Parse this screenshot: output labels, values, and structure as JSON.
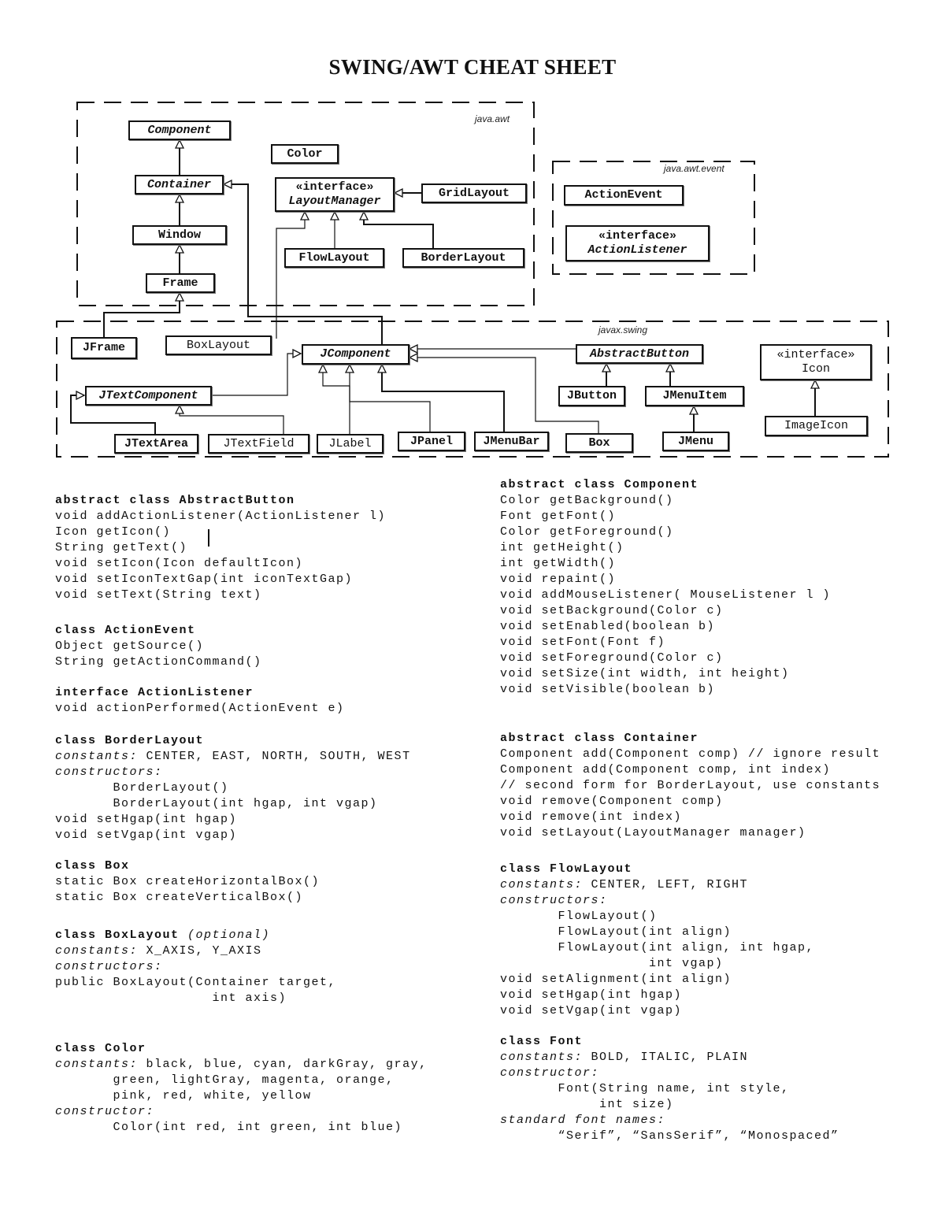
{
  "title": "SWING/AWT CHEAT SHEET",
  "diagram": {
    "packages": {
      "awt": "java.awt",
      "event": "java.awt.event",
      "swing": "javax.swing"
    },
    "classes": {
      "component": "Component",
      "color": "Color",
      "container": "Container",
      "layout_manager": {
        "stereotype": "«interface»",
        "name": "LayoutManager"
      },
      "grid_layout": "GridLayout",
      "window": "Window",
      "flow_layout": "FlowLayout",
      "border_layout": "BorderLayout",
      "frame": "Frame",
      "action_event": "ActionEvent",
      "action_listener": {
        "stereotype": "«interface»",
        "name": "ActionListener"
      },
      "jframe": "JFrame",
      "box_layout": "BoxLayout",
      "jcomponent": "JComponent",
      "abstract_button": "AbstractButton",
      "icon": {
        "stereotype": "«interface»",
        "name": "Icon"
      },
      "jtext_component": "JTextComponent",
      "jbutton": "JButton",
      "jmenu_item": "JMenuItem",
      "image_icon": "ImageIcon",
      "jtext_area": "JTextArea",
      "jtext_field": "JTextField",
      "jlabel": "JLabel",
      "jpanel": "JPanel",
      "jmenu_bar": "JMenuBar",
      "box": "Box",
      "jmenu": "JMenu"
    }
  },
  "left_column": [
    {
      "header": "abstract class AbstractButton",
      "lines": [
        {
          "t": "void addActionListener(ActionListener l)"
        },
        {
          "t": "Icon getIcon()"
        },
        {
          "t": "String getText()"
        },
        {
          "t": "void setIcon(Icon defaultIcon)"
        },
        {
          "t": "void setIconTextGap(int iconTextGap)"
        },
        {
          "t": "void setText(String text)"
        }
      ]
    },
    {
      "header": "class ActionEvent",
      "lines": [
        {
          "t": "Object getSource()"
        },
        {
          "t": "String getActionCommand()"
        }
      ]
    },
    {
      "header": "interface ActionListener",
      "lines": [
        {
          "t": "void actionPerformed(ActionEvent e)"
        }
      ]
    },
    {
      "header": "class BorderLayout",
      "lines": [
        {
          "l": "constants:",
          "t": " CENTER, EAST, NORTH, SOUTH, WEST"
        },
        {
          "l": "constructors:",
          "t": ""
        },
        {
          "t": "       BorderLayout()"
        },
        {
          "t": "       BorderLayout(int hgap, int vgap)"
        },
        {
          "t": "void setHgap(int hgap)"
        },
        {
          "t": "void setVgap(int vgap)"
        }
      ]
    },
    {
      "header": "class Box",
      "lines": [
        {
          "t": "static Box createHorizontalBox()"
        },
        {
          "t": "static Box createVerticalBox()"
        }
      ]
    },
    {
      "header": "class BoxLayout",
      "header_note": " (optional)",
      "lines": [
        {
          "l": "constants:",
          "t": " X_AXIS, Y_AXIS"
        },
        {
          "l": "constructors:",
          "t": ""
        },
        {
          "t": "public BoxLayout(Container target,"
        },
        {
          "t": "                   int axis)"
        }
      ]
    },
    {
      "header": "class Color",
      "lines": [
        {
          "l": "constants:",
          "t": " black, blue, cyan, darkGray, gray,"
        },
        {
          "t": "       green, lightGray, magenta, orange,"
        },
        {
          "t": "       pink, red, white, yellow"
        },
        {
          "l": "constructor:",
          "t": ""
        },
        {
          "t": "       Color(int red, int green, int blue)"
        }
      ]
    }
  ],
  "right_column": [
    {
      "header": "abstract class Component",
      "lines": [
        {
          "t": "Color getBackground()"
        },
        {
          "t": "Font getFont()"
        },
        {
          "t": "Color getForeground()"
        },
        {
          "t": "int getHeight()"
        },
        {
          "t": "int getWidth()"
        },
        {
          "t": "void repaint()"
        },
        {
          "t": "void addMouseListener( MouseListener l )"
        },
        {
          "t": "void setBackground(Color c)"
        },
        {
          "t": "void setEnabled(boolean b)"
        },
        {
          "t": "void setFont(Font f)"
        },
        {
          "t": "void setForeground(Color c)"
        },
        {
          "t": "void setSize(int width, int height)"
        },
        {
          "t": "void setVisible(boolean b)"
        }
      ]
    },
    {
      "header": "abstract class Container",
      "lines": [
        {
          "t": "Component add(Component comp) // ignore result"
        },
        {
          "t": "Component add(Component comp, int index)"
        },
        {
          "t": "// second form for BorderLayout, use constants"
        },
        {
          "t": "void remove(Component comp)"
        },
        {
          "t": "void remove(int index)"
        },
        {
          "t": "void setLayout(LayoutManager manager)"
        }
      ]
    },
    {
      "header": "class FlowLayout",
      "lines": [
        {
          "l": "constants:",
          "t": " CENTER, LEFT, RIGHT"
        },
        {
          "l": "constructors:",
          "t": ""
        },
        {
          "t": "       FlowLayout()"
        },
        {
          "t": "       FlowLayout(int align)"
        },
        {
          "t": "       FlowLayout(int align, int hgap,"
        },
        {
          "t": "                  int vgap)"
        },
        {
          "t": "void setAlignment(int align)"
        },
        {
          "t": "void setHgap(int hgap)"
        },
        {
          "t": "void setVgap(int vgap)"
        }
      ]
    },
    {
      "header": "class Font",
      "lines": [
        {
          "l": "constants:",
          "t": " BOLD, ITALIC, PLAIN"
        },
        {
          "l": "constructor:",
          "t": ""
        },
        {
          "t": "       Font(String name, int style,"
        },
        {
          "t": "            int size)"
        },
        {
          "l": "standard font names:",
          "t": ""
        },
        {
          "t": "       “Serif”, “SansSerif”, “Monospaced”"
        }
      ]
    }
  ]
}
